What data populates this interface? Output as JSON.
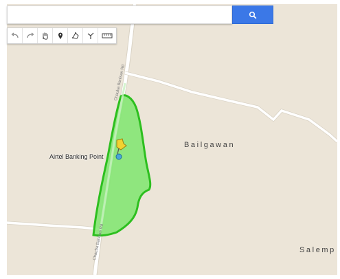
{
  "search": {
    "value": "",
    "placeholder": ""
  },
  "toolbar": {
    "tools": [
      {
        "icon": "undo-icon"
      },
      {
        "icon": "redo-icon"
      },
      {
        "icon": "hand-icon"
      },
      {
        "icon": "marker-icon"
      },
      {
        "icon": "polygon-icon"
      },
      {
        "icon": "line-icon"
      },
      {
        "icon": "ruler-icon"
      }
    ]
  },
  "map": {
    "places": {
      "village_1": "Bailgawan",
      "village_2": "Salemp",
      "poi": "Airtel Banking Point"
    },
    "roads": {
      "upper_label": "Chauba Banisan Rd",
      "lower_label": "Chauba Banisan Rd"
    },
    "colors": {
      "land": "#ece5d8",
      "road": "#ffffff",
      "polygon_fill": "#7fe66f",
      "polygon_stroke": "#2dbf1f",
      "search_button": "#3b78e7",
      "pin": "#f2d230"
    }
  }
}
